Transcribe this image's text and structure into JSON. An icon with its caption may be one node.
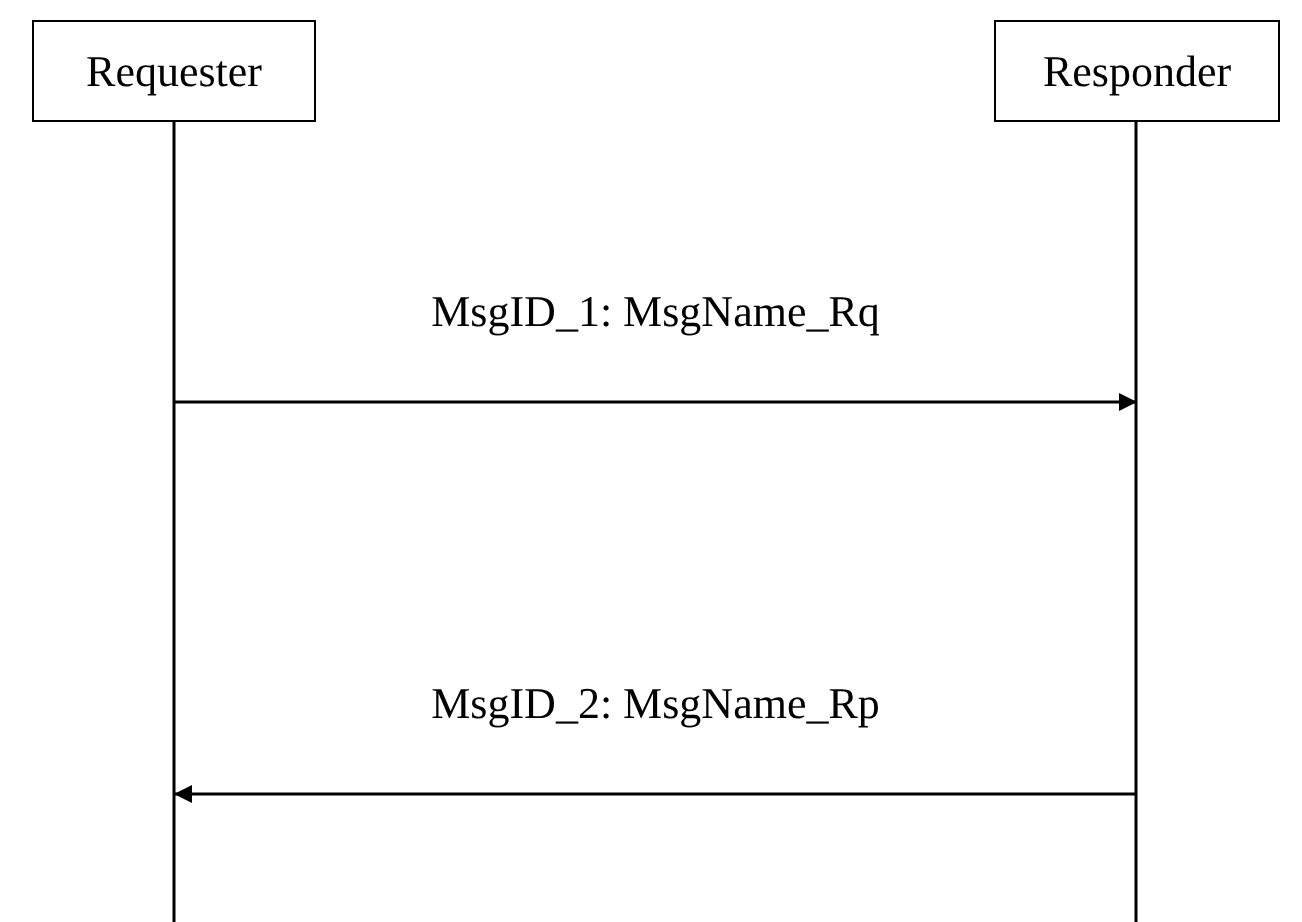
{
  "diagram": {
    "nodes": [
      {
        "text": [
          "Requester"
        ]
      },
      {
        "text": [
          "Responder"
        ]
      }
    ],
    "edges": [
      {
        "from": 0,
        "to": 1,
        "arrow": "to",
        "label": "MsgID_1: MsgName_Rq"
      },
      {
        "from": 1,
        "to": 0,
        "arrow": "to",
        "label": "MsgID_2: MsgName_Rp"
      }
    ]
  }
}
